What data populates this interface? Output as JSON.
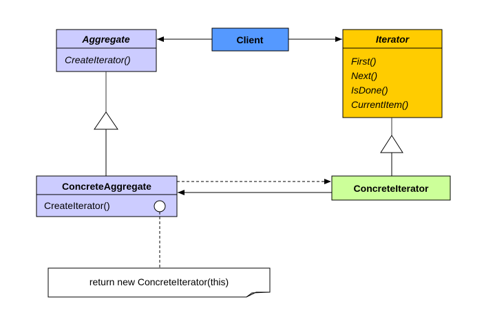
{
  "classes": {
    "aggregate": {
      "name": "Aggregate",
      "methods": [
        "CreateIterator()"
      ]
    },
    "client": {
      "name": "Client"
    },
    "iterator": {
      "name": "Iterator",
      "methods": [
        "First()",
        "Next()",
        "IsDone()",
        "CurrentItem()"
      ]
    },
    "concrete_aggregate": {
      "name": "ConcreteAggregate",
      "methods": [
        "CreateIterator()"
      ]
    },
    "concrete_iterator": {
      "name": "ConcreteIterator"
    }
  },
  "note": {
    "text": "return new ConcreteIterator(this)"
  },
  "colors": {
    "aggregate_fill": "#ccccff",
    "client_fill": "#5599ff",
    "iterator_fill": "#ffcc00",
    "concrete_iterator_fill": "#ccff99",
    "note_fill": "#ffffff",
    "stroke": "#000000"
  }
}
